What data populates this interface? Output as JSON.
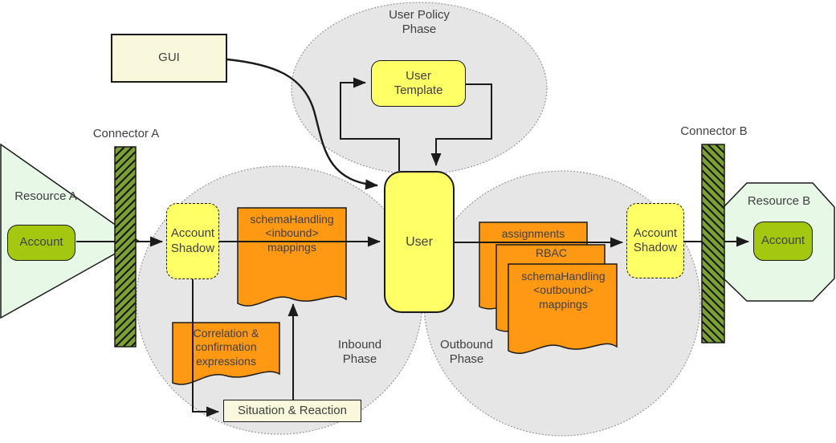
{
  "diagram": {
    "phases": {
      "user_policy": {
        "label": "User Policy\nPhase"
      },
      "inbound": {
        "label": "Inbound\nPhase"
      },
      "outbound": {
        "label": "Outbound\nPhase"
      }
    },
    "nodes": {
      "gui": {
        "label": "GUI"
      },
      "user": {
        "label": "User"
      },
      "user_template": {
        "label": "User\nTemplate"
      },
      "account_shadow_a": {
        "label": "Account\nShadow"
      },
      "account_shadow_b": {
        "label": "Account\nShadow"
      },
      "situation_reaction": {
        "label": "Situation & Reaction"
      },
      "account_a": {
        "label": "Account"
      },
      "account_b": {
        "label": "Account"
      }
    },
    "documents": {
      "inbound_mappings": {
        "label": "schemaHandling\n<inbound>\nmappings"
      },
      "correlation": {
        "label": "Correlation &\nconfirmation\nexpressions"
      },
      "assignments": {
        "label": "assignments"
      },
      "rbac": {
        "label": "RBAC"
      },
      "outbound_mappings": {
        "label": "schemaHandling\n<outbound>\nmappings"
      }
    },
    "connectors": {
      "a": {
        "label": "Connector A"
      },
      "b": {
        "label": "Connector B"
      }
    },
    "resources": {
      "a": {
        "label": "Resource A"
      },
      "b": {
        "label": "Resource B"
      }
    },
    "colors": {
      "phase_fill": "#e6e6e6",
      "phase_border": "#999999",
      "node_yellow": "#ffff66",
      "node_cream": "#faf8dc",
      "document_orange": "#ff9914",
      "account_olive": "#a3c80f",
      "resource_green": "#e7f8e7",
      "connector_green": "#7ca033",
      "line_black": "#1a1a1a",
      "text_gray": "#404040"
    }
  }
}
